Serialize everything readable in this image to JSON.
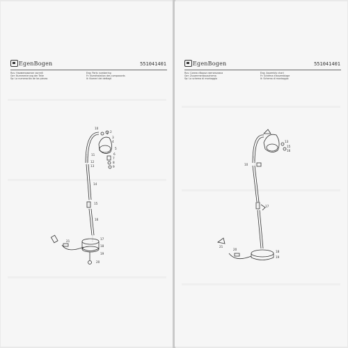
{
  "left_page": {
    "brand": "ЕgenBogen",
    "article": "551041401",
    "captions": [
      "Rus: Наименование частей",
      "Eng: Parts numbering",
      "Ger: Nummerierung der Teile",
      "Fr: Numérotation des composants",
      "Sp: La numeración de las piezas",
      "It: Numeri dei dettagli"
    ],
    "parts": [
      "1",
      "2",
      "3",
      "4",
      "5",
      "6",
      "7",
      "8",
      "9",
      "10",
      "11",
      "12",
      "13",
      "14",
      "15",
      "16",
      "17",
      "18",
      "19",
      "20",
      "21"
    ]
  },
  "right_page": {
    "brand": "ЕgenBogen",
    "article": "551041401",
    "captions": [
      "Rus: Схема сборки светильника",
      "Eng: Assembly chart",
      "Ger: Zusammenbauschema",
      "Fr: Schéma d'assemblage",
      "Sp: La schema di montaggio",
      "It: Schema di montaggio"
    ],
    "parts": [
      "13",
      "10",
      "15",
      "16",
      "17",
      "18",
      "19",
      "20",
      "21"
    ]
  }
}
